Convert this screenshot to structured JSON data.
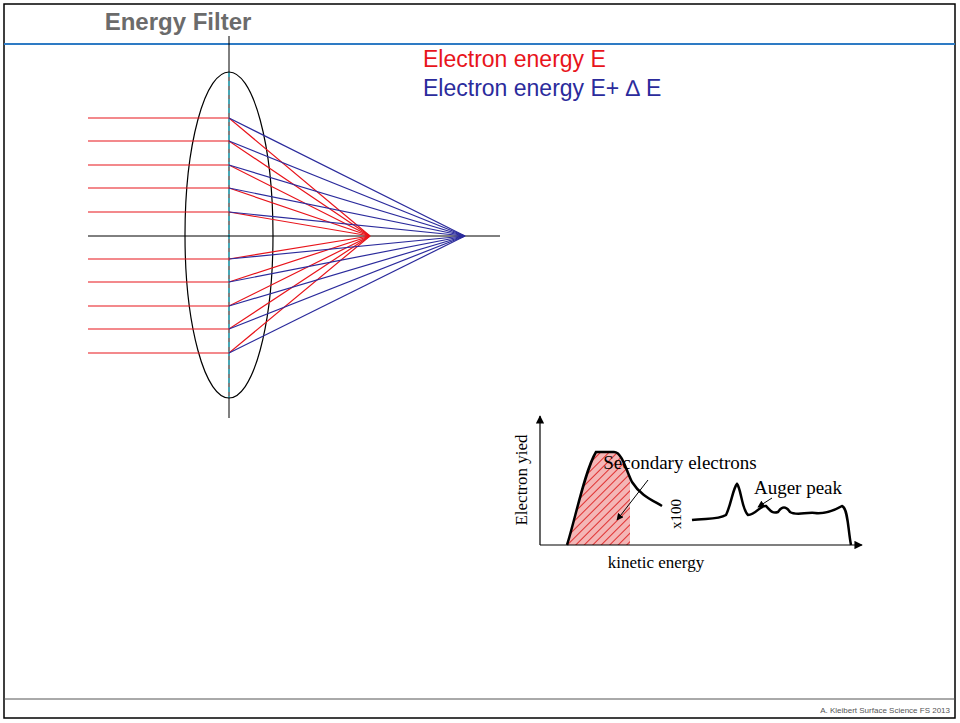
{
  "diagram": {
    "title": "Energy Filter",
    "labels": [
      "Electron energy E",
      "Electron energy E+ ∆ E",
      "Secondary electrons",
      "Auger peak",
      "x100",
      "Electron yied",
      "kinetic energy",
      "A. Kleibert Surface Science FS 2013"
    ]
  }
}
